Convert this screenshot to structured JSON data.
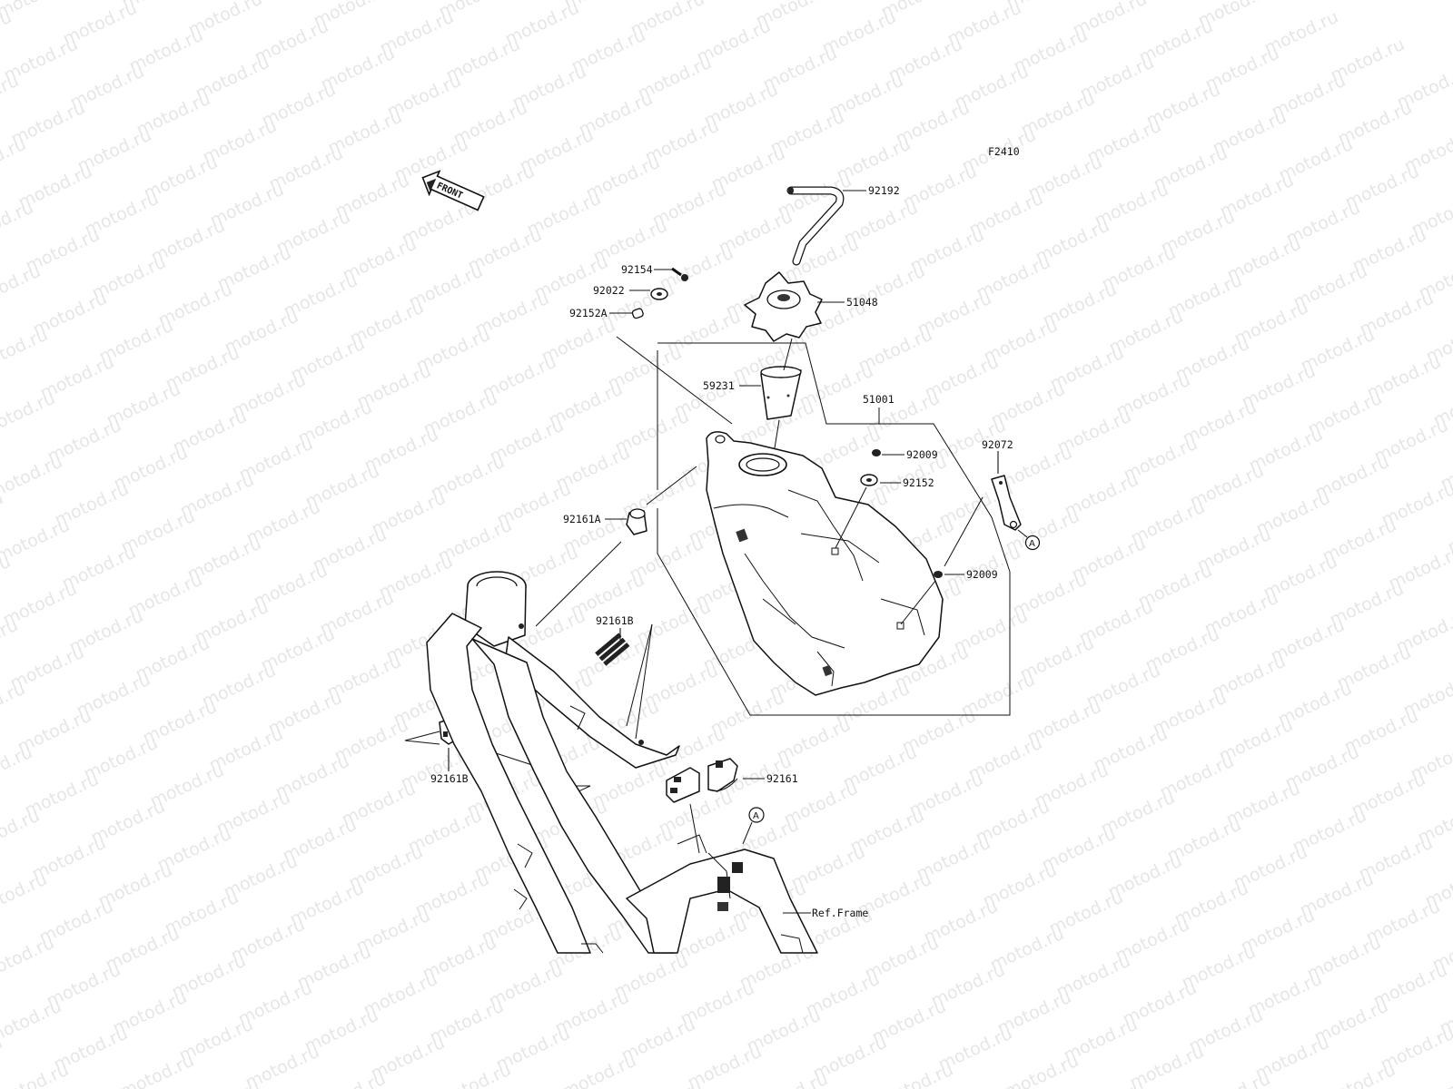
{
  "watermark": {
    "text": "motod.ru"
  },
  "figure_code": "F2410",
  "front_arrow": {
    "text": "FRONT"
  },
  "reference_label": "Ref.Frame",
  "marker": "A",
  "labels": {
    "p92192": "92192",
    "p92154": "92154",
    "p92022": "92022",
    "p92152A": "92152A",
    "p51048": "51048",
    "p59231": "59231",
    "p51001": "51001",
    "p92009a": "92009",
    "p92152": "92152",
    "p92072": "92072",
    "p92161A": "92161A",
    "p92009b": "92009",
    "p92161Ba": "92161B",
    "p92161Bb": "92161B",
    "p92161": "92161"
  }
}
